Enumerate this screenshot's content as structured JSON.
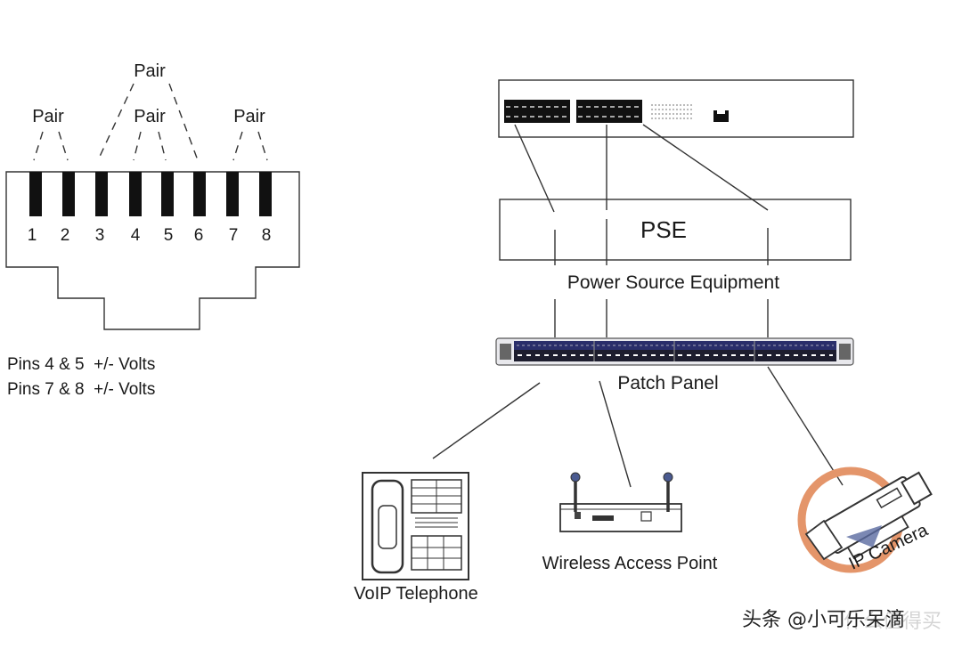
{
  "connector": {
    "pair_labels": [
      "Pair",
      "Pair",
      "Pair",
      "Pair"
    ],
    "pin_numbers": [
      "1",
      "2",
      "3",
      "4",
      "5",
      "6",
      "7",
      "8"
    ],
    "notes": [
      "Pins 4 & 5  +/- Volts",
      "Pins 7 & 8  +/- Volts"
    ]
  },
  "network": {
    "pse_label": "PSE",
    "pse_caption": "Power Source Equipment",
    "patch_panel_label": "Patch Panel",
    "devices": {
      "phone": "VoIP Telephone",
      "wap": "Wireless Access Point",
      "camera": "IP Camera"
    }
  },
  "watermark": {
    "text": "头条 @小可乐呆滴",
    "faded_text": "什么值得买"
  }
}
